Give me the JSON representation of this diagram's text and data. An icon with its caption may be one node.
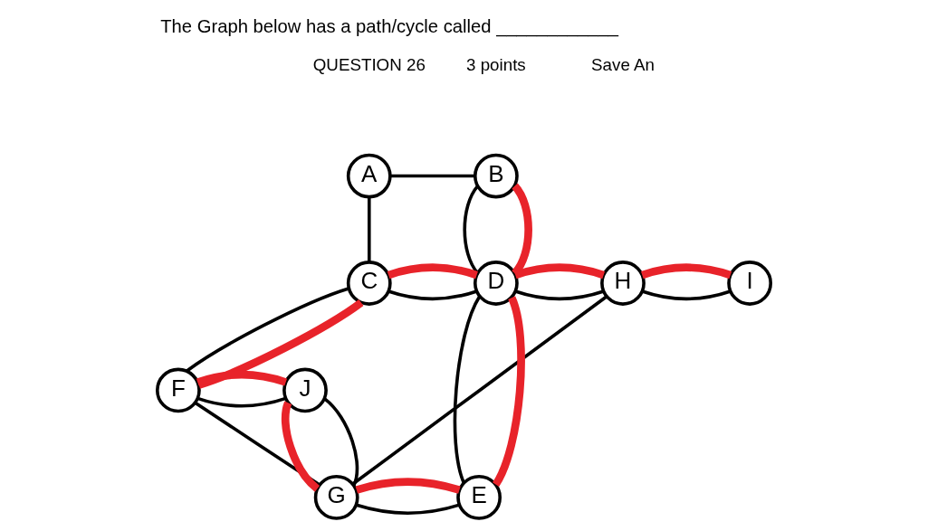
{
  "diagram": {
    "title": "The Graph below has a path/cycle called ____________",
    "nodes": [
      {
        "text": [
          "A"
        ]
      },
      {
        "text": [
          "B"
        ]
      },
      {
        "text": [
          "C"
        ]
      },
      {
        "text": [
          "D"
        ]
      },
      {
        "text": [
          "H"
        ]
      },
      {
        "text": [
          "I"
        ]
      },
      {
        "text": [
          "E"
        ]
      },
      {
        "text": [
          "G"
        ]
      },
      {
        "text": [
          "F"
        ]
      },
      {
        "text": [
          "J"
        ]
      }
    ],
    "edges": [
      {
        "from": 0,
        "to": 1,
        "arrow": "none"
      },
      {
        "from": 0,
        "to": 2,
        "arrow": "none"
      },
      {
        "from": 1,
        "to": 3,
        "arrow": "none"
      },
      {
        "from": 2,
        "to": 3,
        "arrow": "none"
      },
      {
        "from": 3,
        "to": 4,
        "arrow": "none"
      },
      {
        "from": 4,
        "to": 5,
        "arrow": "none"
      },
      {
        "from": 3,
        "to": 6,
        "arrow": "none"
      },
      {
        "from": 4,
        "to": 7,
        "arrow": "none"
      },
      {
        "from": 6,
        "to": 7,
        "arrow": "none"
      },
      {
        "from": 2,
        "to": 8,
        "arrow": "none"
      },
      {
        "from": 7,
        "to": 8,
        "arrow": "none"
      },
      {
        "from": 7,
        "to": 9,
        "arrow": "none"
      },
      {
        "from": 8,
        "to": 9,
        "arrow": "none"
      },
      {
        "from": 1,
        "to": 3,
        "arrow": "none",
        "style": "thick",
        "color": "#e8232a"
      },
      {
        "from": 3,
        "to": 2,
        "arrow": "none",
        "style": "thick",
        "color": "#e8232a"
      },
      {
        "from": 2,
        "to": 8,
        "arrow": "none",
        "style": "thick",
        "color": "#e8232a"
      },
      {
        "from": 8,
        "to": 9,
        "arrow": "none",
        "style": "thick",
        "color": "#e8232a"
      },
      {
        "from": 9,
        "to": 7,
        "arrow": "none",
        "style": "thick",
        "color": "#e8232a"
      },
      {
        "from": 7,
        "to": 6,
        "arrow": "none",
        "style": "thick",
        "color": "#e8232a"
      },
      {
        "from": 6,
        "to": 3,
        "arrow": "none",
        "style": "thick",
        "color": "#e8232a"
      },
      {
        "from": 3,
        "to": 4,
        "arrow": "none",
        "style": "thick",
        "color": "#e8232a"
      },
      {
        "from": 4,
        "to": 5,
        "arrow": "none",
        "style": "thick",
        "color": "#e8232a"
      }
    ],
    "labels": [
      "QUESTION 26",
      "3 points",
      "Save An"
    ]
  }
}
